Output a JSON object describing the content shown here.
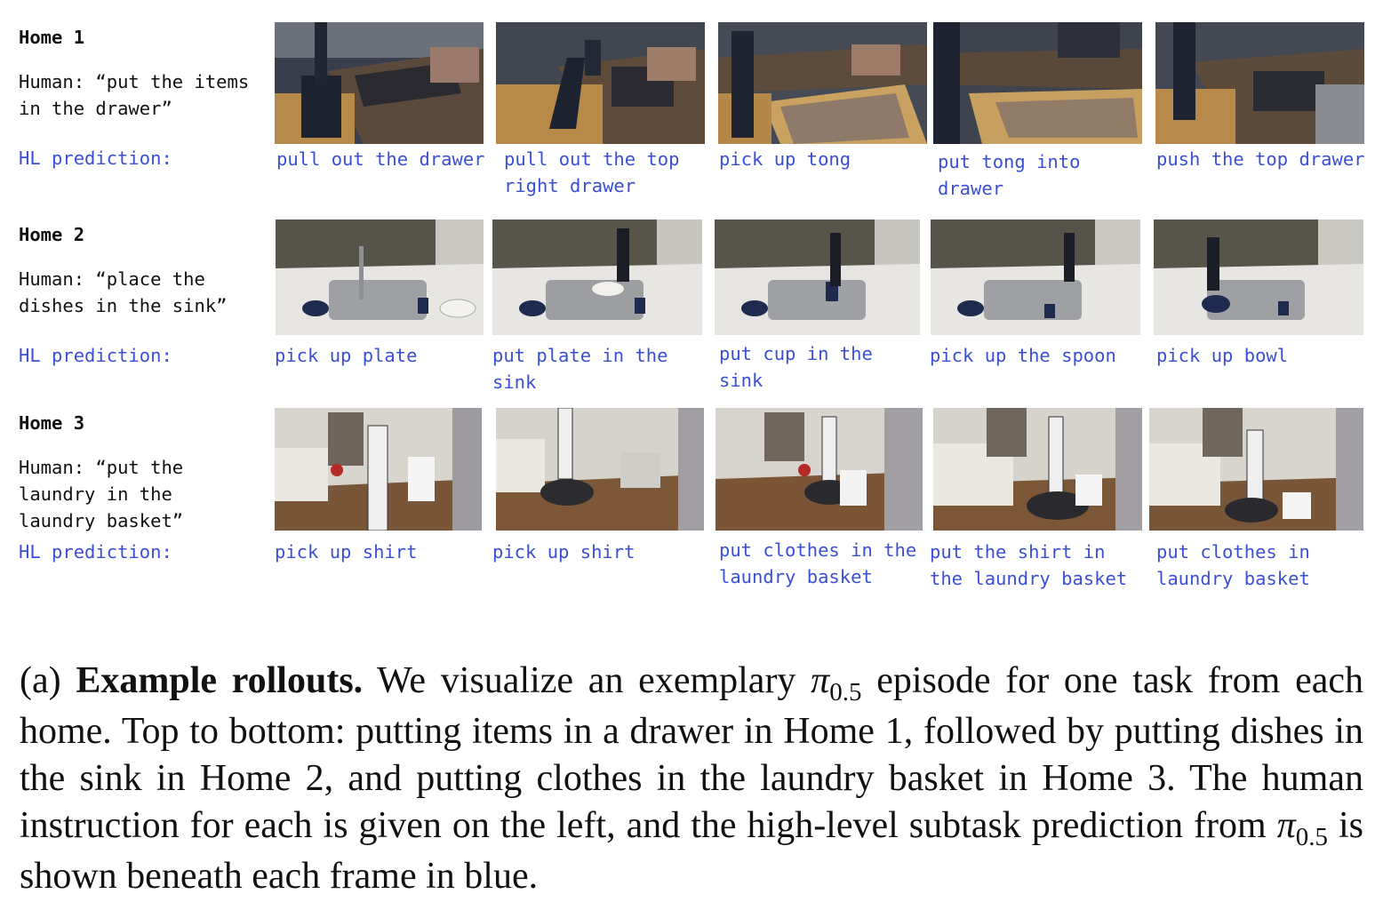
{
  "rows": [
    {
      "home": "Home 1",
      "human": "Human: “put the items in the drawer”",
      "hl_label": "HL prediction:",
      "predictions": [
        "pull out the drawer",
        "pull out the top right drawer",
        "pick up tong",
        "put tong into drawer",
        "push the top drawer"
      ]
    },
    {
      "home": "Home 2",
      "human": "Human: “place the dishes in the sink”",
      "hl_label": "HL prediction:",
      "predictions": [
        "pick up plate",
        "put plate in the sink",
        "put cup in the sink",
        "pick up the spoon",
        "pick up bowl"
      ]
    },
    {
      "home": "Home 3",
      "human": "Human: “put the laundry in the laundry basket”",
      "hl_label": "HL prediction:",
      "predictions": [
        "pick up shirt",
        "pick up shirt",
        "put clothes in the laundry basket",
        "put the shirt in the laundry basket",
        "put clothes in laundry basket"
      ]
    }
  ],
  "caption": {
    "prefix": "(a) ",
    "bold": "Example rollouts.",
    "part1": " We visualize an exemplary ",
    "pi": "π",
    "pi_sub": "0.5",
    "part2": " episode for one task from each home. Top to bottom: putting items in a drawer in Home 1, followed by putting dishes in the sink in Home 2, and putting clothes in the laundry basket in Home 3. The human instruction for each is given on the left, and the high-level subtask prediction from ",
    "pi2": "π",
    "pi2_sub": "0.5",
    "part3": " is shown beneath each frame in blue."
  },
  "colors": {
    "prediction": "#3b4fd6",
    "text": "#111111"
  }
}
